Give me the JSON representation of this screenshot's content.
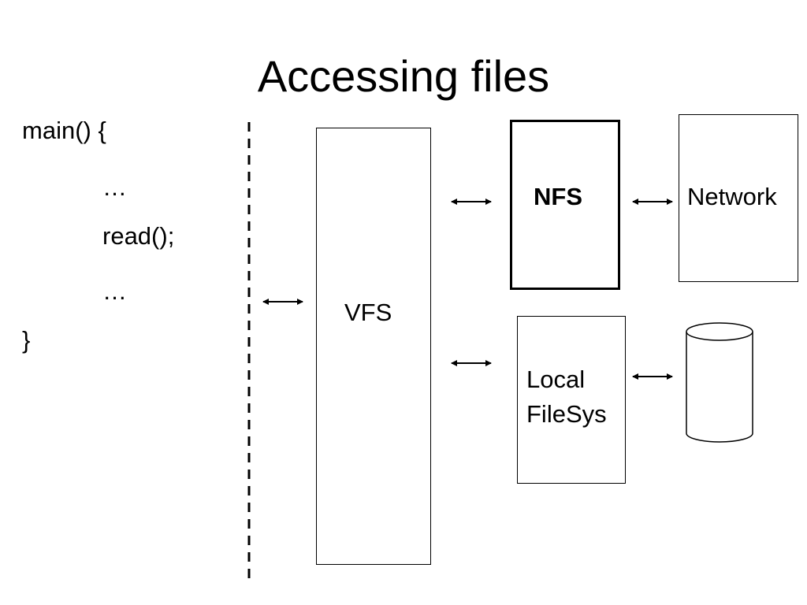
{
  "title": "Accessing files",
  "code": {
    "line1": "main() {",
    "line2": "…",
    "line3": "read();",
    "line4": "…",
    "line5": "}"
  },
  "boxes": {
    "vfs": "VFS",
    "nfs": "NFS",
    "network": "Network",
    "local_line1": "Local",
    "local_line2": "FileSys"
  },
  "icons": {
    "disk": "disk-cylinder-icon",
    "arrow": "double-arrow-icon"
  }
}
